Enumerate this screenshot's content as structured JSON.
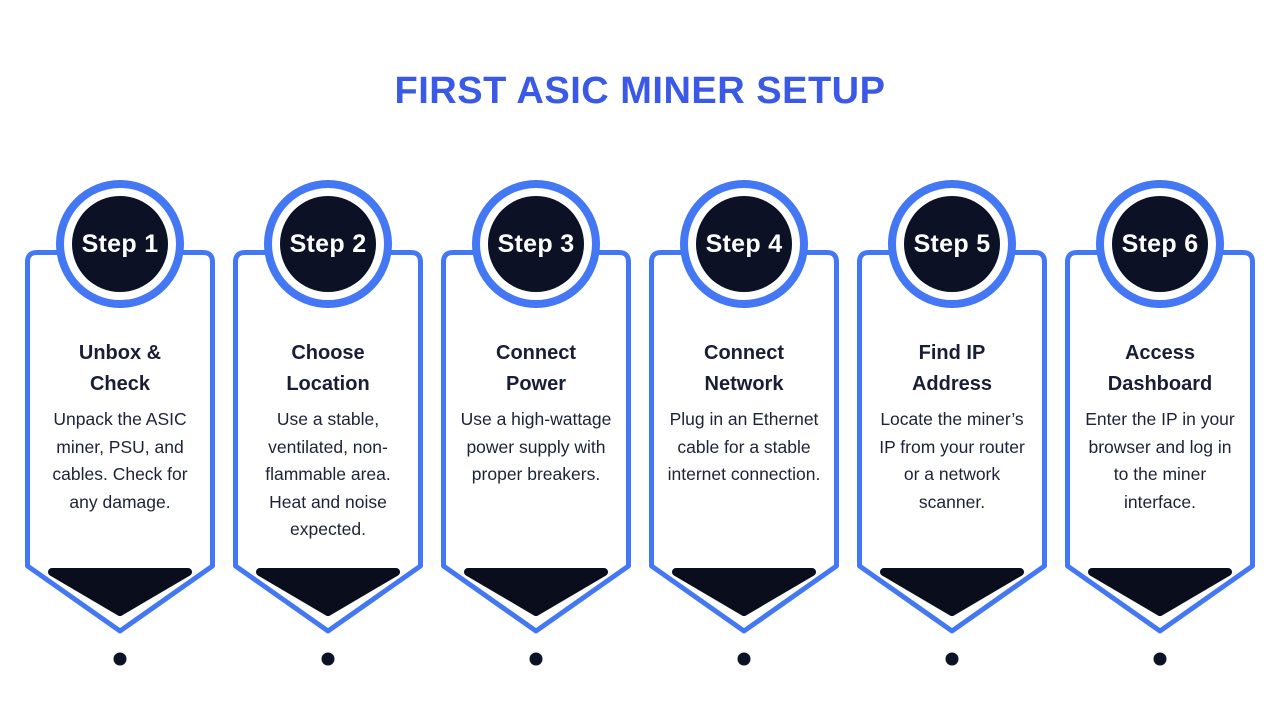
{
  "page": {
    "title": "FIRST ASIC MINER SETUP"
  },
  "colors": {
    "title_blue": "#3A59E6",
    "accent_blue": "#4377F3",
    "dark_navy": "#0D1126",
    "triangle_black": "#0A0D1C",
    "text_navy": "#1C2238",
    "background": "#FFFFFF"
  },
  "steps": [
    {
      "badge": "Step 1",
      "title": "Unbox & Check",
      "description": "Unpack the ASIC miner, PSU, and cables. Check for any damage."
    },
    {
      "badge": "Step 2",
      "title": "Choose Location",
      "description": "Use a stable, ventilated, non-flammable area. Heat and noise expected."
    },
    {
      "badge": "Step 3",
      "title": "Connect Power",
      "description": "Use a high-wattage power supply with proper breakers."
    },
    {
      "badge": "Step 4",
      "title": "Connect Network",
      "description": "Plug in an Ethernet cable for a stable internet connection."
    },
    {
      "badge": "Step 5",
      "title": "Find IP Address",
      "description": "Locate the miner’s IP from your router or a network scanner."
    },
    {
      "badge": "Step 6",
      "title": "Access Dashboard",
      "description": "Enter the IP in your browser and log in to the miner interface."
    }
  ]
}
